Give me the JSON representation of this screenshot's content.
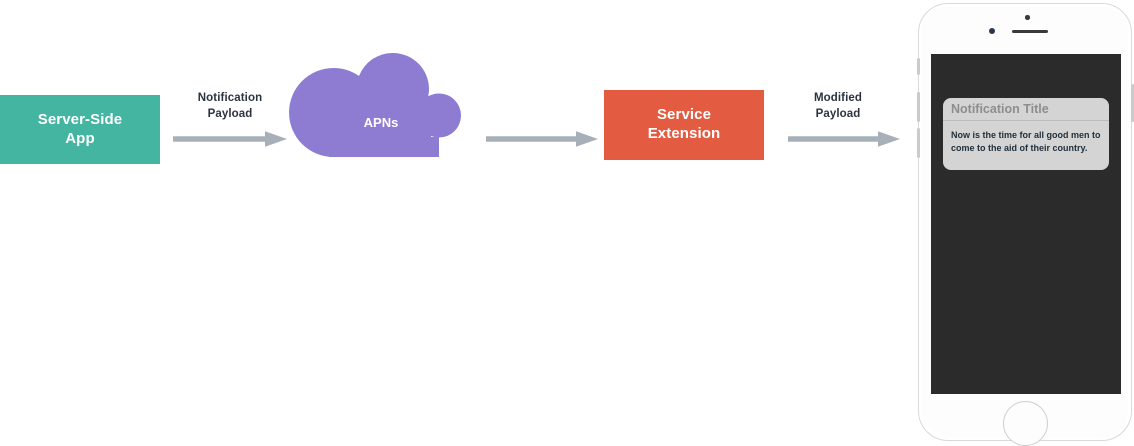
{
  "diagram": {
    "title": "APNs notification service extension flow",
    "colors": {
      "server_box": "#43b5a0",
      "cloud": "#8e7cd3",
      "service_extension_box": "#e35b41",
      "arrow": "#a7b0b8",
      "phone_screen": "#2b2b2b",
      "notification_card": "#d4d4d4",
      "label_text": "#2b3440"
    },
    "nodes": [
      {
        "id": "server-side-app",
        "label": "Server-Side\nApp",
        "line1": "Server-Side",
        "line2": "App",
        "shape": "rectangle",
        "color": "#43b5a0"
      },
      {
        "id": "apns",
        "label": "APNs",
        "shape": "cloud",
        "color": "#8e7cd3"
      },
      {
        "id": "service-extension",
        "label": "Service\nExtension",
        "line1": "Service",
        "line2": "Extension",
        "shape": "rectangle",
        "color": "#e35b41"
      },
      {
        "id": "device",
        "label": "",
        "shape": "iphone"
      }
    ],
    "arrows": [
      {
        "id": "arrow-1",
        "from": "server-side-app",
        "to": "apns",
        "label_line1": "Notification",
        "label_line2": "Payload",
        "direction": "right"
      },
      {
        "id": "arrow-2",
        "from": "apns",
        "to": "service-extension",
        "label_line1": "",
        "label_line2": "",
        "direction": "right"
      },
      {
        "id": "arrow-3",
        "from": "service-extension",
        "to": "device",
        "label_line1": "Modified",
        "label_line2": "Payload",
        "direction": "right"
      }
    ]
  },
  "phone": {
    "notification": {
      "title": "Notification Title",
      "body": "Now is the time for all good men to come to the aid of their country."
    },
    "hardware": {
      "camera": "camera-dot",
      "sensor": "proximity-sensor-dot",
      "speaker": "earpiece-speaker",
      "home_button": "home-button",
      "mute_switch": "mute-switch",
      "volume_up": "volume-up-button",
      "volume_down": "volume-down-button",
      "power": "power-button"
    }
  }
}
